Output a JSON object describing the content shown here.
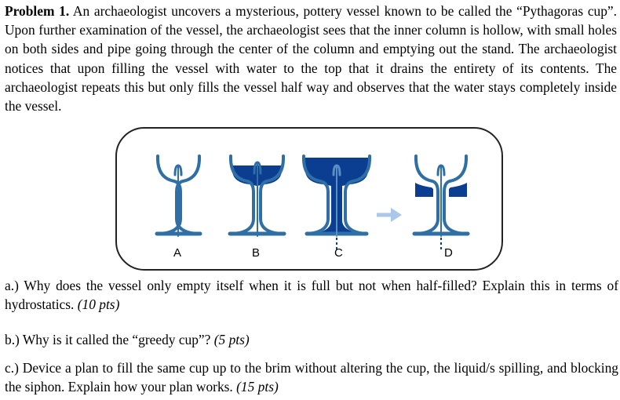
{
  "problem": {
    "label": "Problem 1.",
    "intro": "An archaeologist uncovers a mysterious, pottery vessel known to be called the “Pythagoras cup”. Upon further examination of the vessel, the archaeologist sees that the inner column is hollow, with small holes on both sides and pipe going through the center of the column and emptying out the stand. The archaeologist notices that upon filling the vessel with water to the top that it drains the entirety of its contents. The archaeologist repeats this but only fills the vessel half way and observes that the water stays completely inside the vessel."
  },
  "figure": {
    "labels": [
      "A",
      "B",
      "C",
      "D"
    ],
    "colors": {
      "cup": "#2f6fa6",
      "water": "#0b3d91",
      "arrow": "#a9c7ea",
      "frame": "#222222"
    }
  },
  "questions": [
    {
      "text": "a.) Why does the vessel only empty itself when it is full but not when half-filled? Explain this in terms of hydrostatics.",
      "points": "(10 pts)"
    },
    {
      "text": "b.) Why is it called the “greedy cup”?",
      "points": "(5 pts)"
    },
    {
      "text": "c.) Device a plan to fill the same cup up to the brim without altering the cup, the liquid/s spilling, and blocking the siphon. Explain how your plan works.",
      "points": "(15 pts)"
    }
  ]
}
